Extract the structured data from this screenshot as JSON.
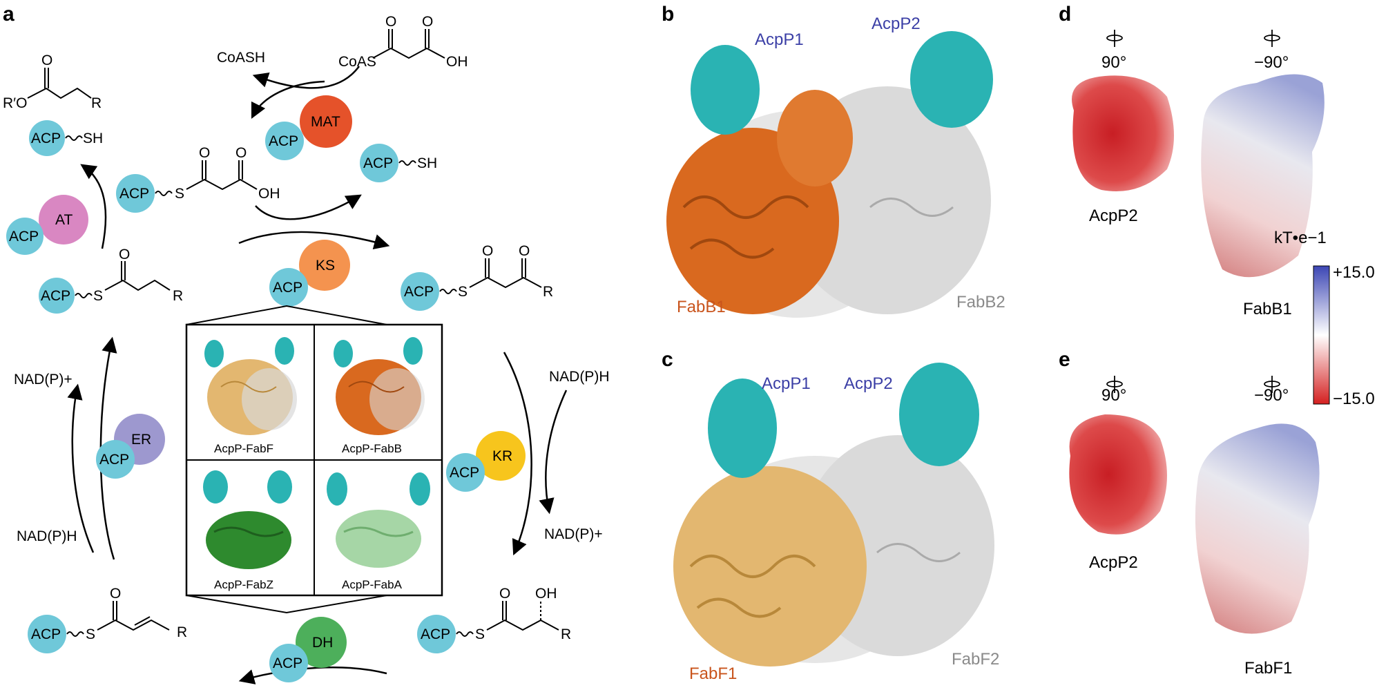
{
  "panels": {
    "a": "a",
    "b": "b",
    "c": "c",
    "d": "d",
    "e": "e"
  },
  "colors": {
    "acp": "#6fc8d9",
    "mat": "#e5522a",
    "at": "#d987c2",
    "ks": "#f4934f",
    "kr": "#f7c51d",
    "er": "#9d98cf",
    "dh": "#4daf5b",
    "cyan": "#2ab3b3",
    "orange": "#d9691f",
    "wheat": "#e3b770",
    "gray": "#d8d8d8",
    "blue_label": "#3b3fa6",
    "orange_label": "#c9541c",
    "gray_label": "#8a8a8a"
  },
  "cycle": {
    "acp": "ACP",
    "enzymes": {
      "mat": "MAT",
      "at": "AT",
      "ks": "KS",
      "kr": "KR",
      "er": "ER",
      "dh": "DH"
    },
    "coash": "CoASH",
    "coas": "CoAS",
    "oh": "OH",
    "o": "O",
    "sh": "SH",
    "s": "S",
    "r": "R",
    "ro": "R′O",
    "nadp_plus": "NAD(P)+",
    "nadph": "NAD(P)H",
    "complexes": [
      "AcpP-FabF",
      "AcpP-FabB",
      "AcpP-FabZ",
      "AcpP-FabA"
    ]
  },
  "panel_b": {
    "acpp1": "AcpP1",
    "acpp2": "AcpP2",
    "fab1": "FabB1",
    "fab2": "FabB2"
  },
  "panel_c": {
    "acpp1": "AcpP1",
    "acpp2": "AcpP2",
    "fab1": "FabF1",
    "fab2": "FabF2"
  },
  "panel_d": {
    "rot1": "90°",
    "rot2": "−90°",
    "acp": "AcpP2",
    "fab": "FabB1"
  },
  "panel_e": {
    "rot1": "90°",
    "rot2": "−90°",
    "acp": "AcpP2",
    "fab": "FabF1"
  },
  "scale": {
    "unit": "kT•e−1",
    "max": "+15.0",
    "min": "−15.0"
  }
}
